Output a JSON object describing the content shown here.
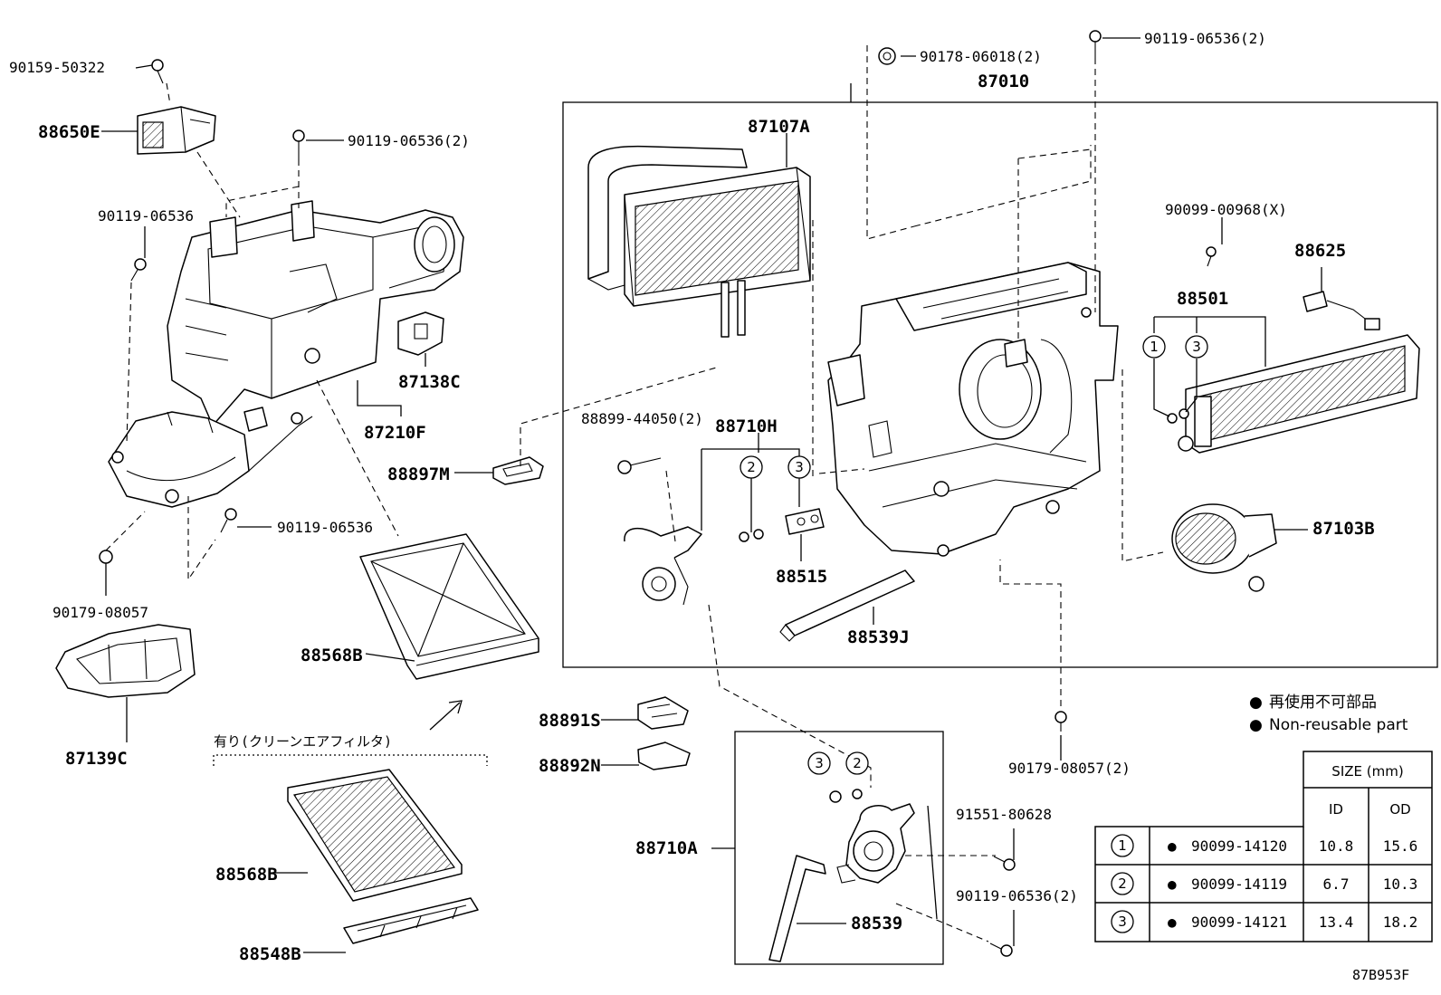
{
  "callouts": {
    "p90159_50322": "90159-50322",
    "p88650E": "88650E",
    "p90119_06536_2_top": "90119-06536(2)",
    "p90119_06536_left": "90119-06536",
    "p87138C": "87138C",
    "p87210F": "87210F",
    "p88897M": "88897M",
    "p90119_06536_lower": "90119-06536",
    "p90179_08057_left": "90179-08057",
    "p87139C": "87139C",
    "p88568B_upper": "88568B",
    "clean_air_note": "有り(クリーンエアフィルタ)",
    "p88568B_lower": "88568B",
    "p88548B": "88548B",
    "p88891S": "88891S",
    "p88892N": "88892N",
    "p90178_06018_2": "90178-06018(2)",
    "p87010": "87010",
    "p90119_06536_2_topright": "90119-06536(2)",
    "p87107A": "87107A",
    "p88899_44050_2": "88899-44050(2)",
    "p88710H": "88710H",
    "p88515": "88515",
    "p88539J": "88539J",
    "p90099_00968_X": "90099-00968(X)",
    "p88625": "88625",
    "p88501": "88501",
    "p87103B": "87103B",
    "p90179_08057_2": "90179-08057(2)",
    "p88710A": "88710A",
    "p88539": "88539",
    "p91551_80628": "91551-80628",
    "p90119_06536_2_bottom": "90119-06536(2)"
  },
  "markers": {
    "m1": "1",
    "m2": "2",
    "m3": "3"
  },
  "legend": {
    "ja": "再使用不可部品",
    "en": "Non-reusable part",
    "bullet": "●"
  },
  "size_table": {
    "header": "SIZE (mm)",
    "col_id": "ID",
    "col_od": "OD",
    "rows": [
      {
        "mark": "1",
        "bullet": "●",
        "part": "90099-14120",
        "id": "10.8",
        "od": "15.6"
      },
      {
        "mark": "2",
        "bullet": "●",
        "part": "90099-14119",
        "id": "6.7",
        "od": "10.3"
      },
      {
        "mark": "3",
        "bullet": "●",
        "part": "90099-14121",
        "id": "13.4",
        "od": "18.2"
      }
    ]
  },
  "diagram_id": "87B953F"
}
